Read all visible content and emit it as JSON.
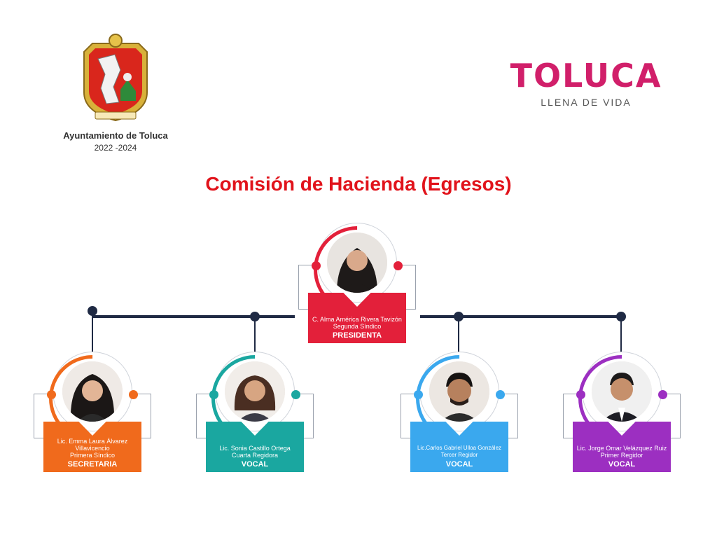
{
  "header": {
    "crest_title": "Ayuntamiento de Toluca",
    "crest_years": "2022 -2024",
    "brand_word": "TOLUCA",
    "brand_tagline": "LLENA DE VIDA",
    "brand_color": "#d11f6a"
  },
  "title": "Comisión de Hacienda (Egresos)",
  "members": {
    "president": {
      "name": "C. Alma América Rivera Tavizón",
      "office": "Segunda Síndico",
      "role": "PRESIDENTA",
      "color": "#e3203a"
    },
    "secretary": {
      "name_line1": "Lic. Emma Laura Álvarez",
      "name_line2": "Villavicencio",
      "office": "Primera Síndico",
      "role": "SECRETARIA",
      "color": "#f06a1c"
    },
    "vocal_1": {
      "name": "Lic. Sonia Castillo Ortega",
      "office": "Cuarta Regidora",
      "role": "VOCAL",
      "color": "#1aa7a0"
    },
    "vocal_2": {
      "name": "Lic.Carlos Gabriel Ulloa González",
      "office": "Tercer Regidor",
      "role": "VOCAL",
      "color": "#3aa8ee"
    },
    "vocal_3": {
      "name": "Lic. Jorge Omar Velázquez Ruiz",
      "office": "Primer Regidor",
      "role": "VOCAL",
      "color": "#9c2fc1"
    }
  }
}
